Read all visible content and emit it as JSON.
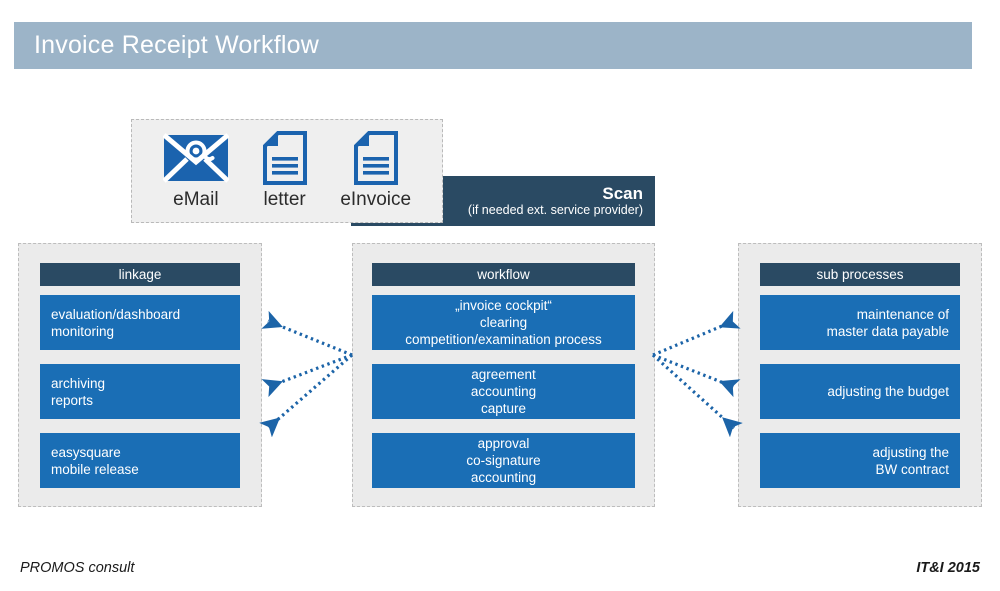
{
  "header": {
    "title": "Invoice Receipt Workflow",
    "bar_color": "#9cb4c8"
  },
  "input_sources": {
    "items": [
      {
        "label": "eMail",
        "icon": "envelope-at-icon"
      },
      {
        "label": "letter",
        "icon": "document-icon"
      },
      {
        "label": "eInvoice",
        "icon": "document-icon"
      }
    ]
  },
  "scan": {
    "title": "Scan",
    "subtitle": "(if needed ext. service provider)",
    "color": "#2a4a63"
  },
  "columns": [
    {
      "key": "linkage",
      "header": "linkage",
      "align": "left",
      "boxes": [
        {
          "lines": [
            "evaluation/dashboard",
            "monitoring"
          ]
        },
        {
          "lines": [
            "archiving",
            "reports"
          ]
        },
        {
          "lines": [
            "easysquare",
            "mobile release"
          ]
        }
      ]
    },
    {
      "key": "workflow",
      "header": "workflow",
      "align": "center",
      "boxes": [
        {
          "lines": [
            "„invoice cockpit“",
            "clearing",
            "competition/examination process"
          ]
        },
        {
          "lines": [
            "agreement",
            "accounting",
            "capture"
          ]
        },
        {
          "lines": [
            "approval",
            "co-signature",
            "accounting"
          ]
        }
      ]
    },
    {
      "key": "sub-processes",
      "header": "sub processes",
      "align": "right",
      "boxes": [
        {
          "lines": [
            "maintenance of",
            "master data payable"
          ]
        },
        {
          "lines": [
            "adjusting the budget"
          ]
        },
        {
          "lines": [
            "adjusting the",
            "BW contract"
          ]
        }
      ]
    }
  ],
  "colors": {
    "header_box": "#2a4a63",
    "process_box": "#1a6eb5",
    "panel_bg": "#ebebeb",
    "arrow": "#1c64a8",
    "icon": "#1b63ae"
  },
  "footer": {
    "left": "PROMOS consult",
    "right": "IT&I 2015"
  }
}
